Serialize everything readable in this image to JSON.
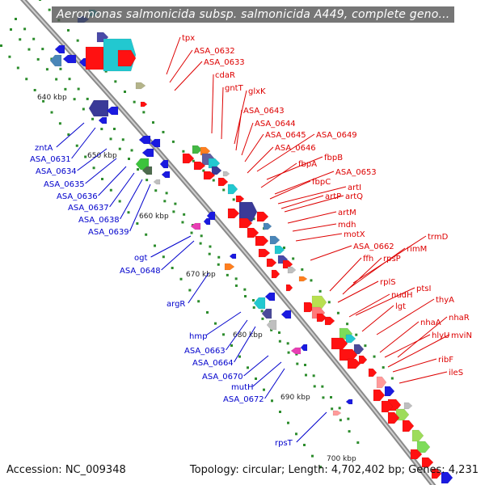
{
  "header": {
    "title": "Aeromonas salmonicida subsp. salmonicida A449, complete geno..."
  },
  "footer": {
    "accession": "Accession: NC_009348",
    "summary": "Topology: circular; Length: 4,702,402 bp; Genes: 4,231"
  },
  "colors": {
    "backbone": "#8a8a8a",
    "forward_label": "#dd0000",
    "reverse_label": "#0000cc",
    "tick": "#2c8c2c"
  },
  "scale_labels": [
    "640 kbp",
    "650 kbp",
    "660 kbp",
    "670 kbp",
    "680 kbp",
    "690 kbp",
    "700 kbp"
  ],
  "forward_genes": [
    "tpx",
    "ASA_0632",
    "ASA_0633",
    "cdaR",
    "gntT",
    "glxK",
    "ASA_0643",
    "ASA_0644",
    "ASA_0645",
    "ASA_0649",
    "ASA_0646",
    "fbpB",
    "fbpA",
    "ASA_0653",
    "fbpC",
    "artI",
    "artP",
    "artQ",
    "artM",
    "mdh",
    "motX",
    "trmD",
    "ASA_0662",
    "rimM",
    "ffh",
    "rpsP",
    "rplS",
    "ptsI",
    "nudH",
    "thyA",
    "lgt",
    "nhaR",
    "nhaA",
    "hlyU",
    "mviN",
    "ribF",
    "ileS"
  ],
  "reverse_genes": [
    "zntA",
    "ASA_0631",
    "ASA_0634",
    "ASA_0635",
    "ASA_0636",
    "ASA_0637",
    "ASA_0638",
    "ASA_0639",
    "ogt",
    "ASA_0648",
    "argR",
    "hmp",
    "ASA_0663",
    "ASA_0664",
    "ASA_0670",
    "mutH",
    "ASA_0672",
    "rpsT"
  ]
}
